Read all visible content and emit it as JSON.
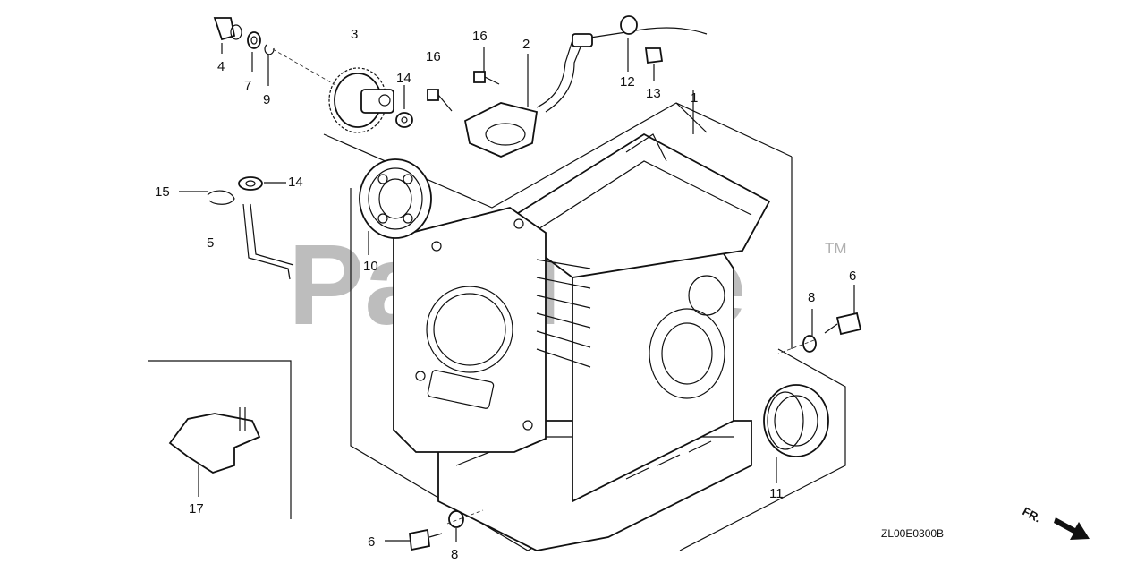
{
  "watermark": {
    "text": "PartTree",
    "trademark": "TM"
  },
  "drawing_code": "ZL00E0300B",
  "front_indicator": "FR.",
  "callouts": [
    {
      "id": "1",
      "text": "1"
    },
    {
      "id": "2",
      "text": "2"
    },
    {
      "id": "3",
      "text": "3"
    },
    {
      "id": "4",
      "text": "4"
    },
    {
      "id": "5",
      "text": "5"
    },
    {
      "id": "6a",
      "text": "6"
    },
    {
      "id": "6b",
      "text": "6"
    },
    {
      "id": "7",
      "text": "7"
    },
    {
      "id": "8a",
      "text": "8"
    },
    {
      "id": "8b",
      "text": "8"
    },
    {
      "id": "9",
      "text": "9"
    },
    {
      "id": "10",
      "text": "10"
    },
    {
      "id": "11",
      "text": "11"
    },
    {
      "id": "12",
      "text": "12"
    },
    {
      "id": "13",
      "text": "13"
    },
    {
      "id": "14a",
      "text": "14"
    },
    {
      "id": "14b",
      "text": "14"
    },
    {
      "id": "15",
      "text": "15"
    },
    {
      "id": "16a",
      "text": "16"
    },
    {
      "id": "16b",
      "text": "16"
    },
    {
      "id": "17",
      "text": "17"
    }
  ]
}
